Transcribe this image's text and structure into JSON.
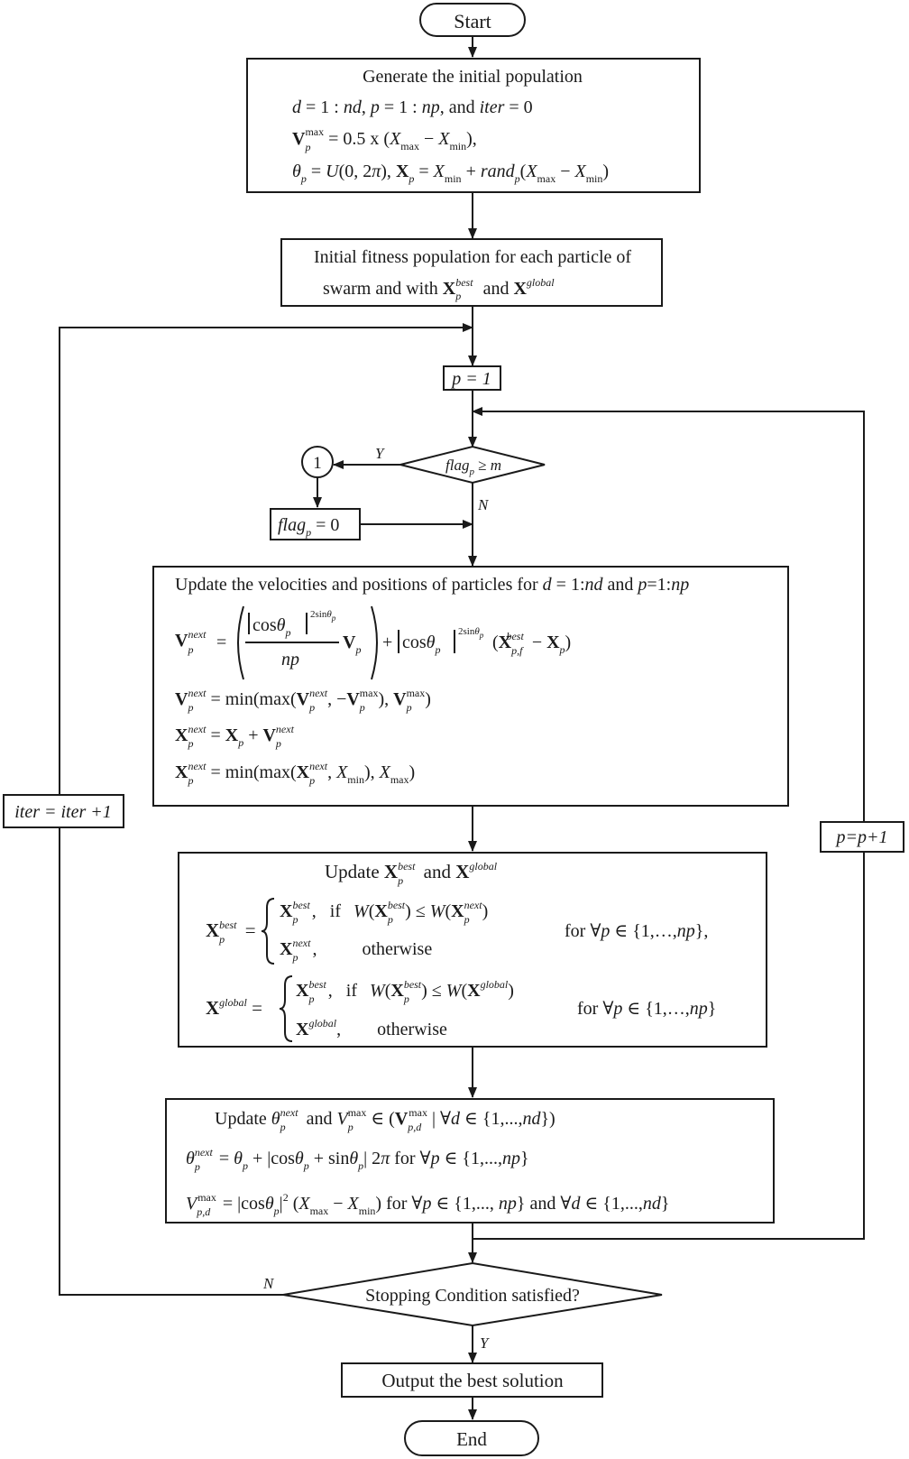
{
  "nodes": {
    "start": "Start",
    "init_title": "Generate the initial population",
    "fitness_line1": "Initial fitness population for each particle of",
    "fitness_swarm": "swarm and with",
    "and": "and",
    "p_eq_1": "p = 1",
    "flag_cond": "flag_p ≥ m",
    "connector": "1",
    "flag_reset": "flag_p = 0",
    "update_vp_title": "Update the velocities and positions of particles for d = 1:nd and p=1:np",
    "update_best": "Update",
    "update_theta": "Update",
    "stopping": "Stopping Condition satisfied?",
    "output": "Output the best solution",
    "end": "End",
    "iter_inc": "iter = iter +1",
    "p_inc": "p=p+1"
  },
  "labels": {
    "yes": "Y",
    "no": "N",
    "if": "if",
    "otherwise": "otherwise",
    "for": "for",
    "for_all": "for ∀p ∈ {1,…,np},",
    "for_all2": "for ∀p ∈ {1,…,np}"
  },
  "equations": {
    "init_1": "d = 1: nd, p = 1: np, and iter = 0",
    "init_2": "V_p^max = 0.5 x (X_max − X_min),",
    "init_3": "θ_p = U(0,2π), X_p = X_min + rand_p(X_max − X_min)",
    "vel_1": "V_p^next = ( |cosθ_p|^(2sinθ_p) / np ) V_p + |cosθ_p|^(2sinθ_p) (X_{p,f}^best − X_p)",
    "vel_2": "V_p^next = min(max(V_p^next, −V_p^max), V_p^max)",
    "vel_3": "X_p^next = X_p + V_p^next",
    "vel_4": "X_p^next = min(max(X_p^next, X_min), X_max)",
    "theta_1": "θ_p^next = θ_p + |cosθ_p + sinθ_p| 2π for ∀p ∈ {1,...,np}",
    "theta_2": "V_{p,d}^max = |cosθ_p|^2 (X_max − X_min) for ∀p ∈ {1,...,np} and ∀d ∈ {1,...,nd}"
  }
}
